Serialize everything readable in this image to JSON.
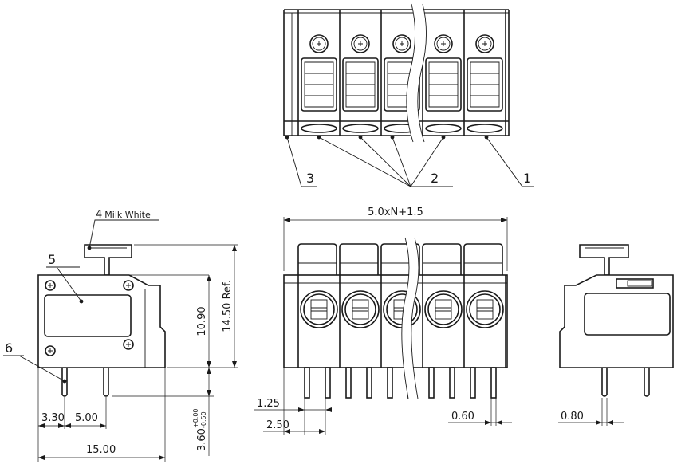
{
  "drawing": {
    "callouts": {
      "c1": "1",
      "c2": "2",
      "c3": "3",
      "c4": "4",
      "c4_note": "Milk  White",
      "c5": "5",
      "c6": "6"
    },
    "dimensions": {
      "overall_width": "5.0xN+1.5",
      "body_height": "10.90",
      "total_height": "14.50  Ref.",
      "pin_length": "3.60",
      "pin_tol_upper": "+0.00",
      "pin_tol_lower": "-0.50",
      "offset_left": "3.30",
      "pitch_side": "5.00",
      "depth": "15.00",
      "pin_offset": "1.25",
      "pin_pitch": "2.50",
      "pin_width_front": "0.60",
      "pin_width_side": "0.80"
    }
  }
}
